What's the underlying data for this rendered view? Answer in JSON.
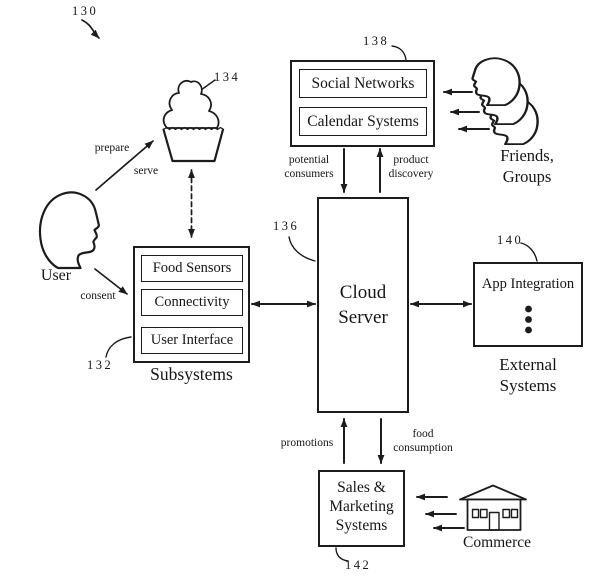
{
  "refs": {
    "figure": "130",
    "subsystems": "132",
    "food_item": "134",
    "cloud_server": "136",
    "social_box": "138",
    "app_integration": "140",
    "sales_marketing": "142"
  },
  "nodes": {
    "user": {
      "label": "User"
    },
    "friends": {
      "label": "Friends,\nGroups"
    },
    "subsystems": {
      "title": "Subsystems",
      "items": [
        "Food Sensors",
        "Connectivity",
        "User Interface"
      ]
    },
    "social": {
      "items": [
        "Social Networks",
        "Calendar Systems"
      ]
    },
    "cloud": {
      "label": "Cloud\nServer"
    },
    "app": {
      "label": "App Integration",
      "caption": "External\nSystems"
    },
    "sales": {
      "label": "Sales &\nMarketing\nSystems"
    },
    "commerce": {
      "label": "Commerce"
    }
  },
  "edges": {
    "prepare": "prepare",
    "serve": "serve",
    "consent": "consent",
    "potential_consumers": "potential\nconsumers",
    "product_discovery": "product\ndiscovery",
    "promotions": "promotions",
    "food_consumption": "food\nconsumption"
  },
  "colors": {
    "ink": "#1c1c1c",
    "background": "#ffffff"
  }
}
